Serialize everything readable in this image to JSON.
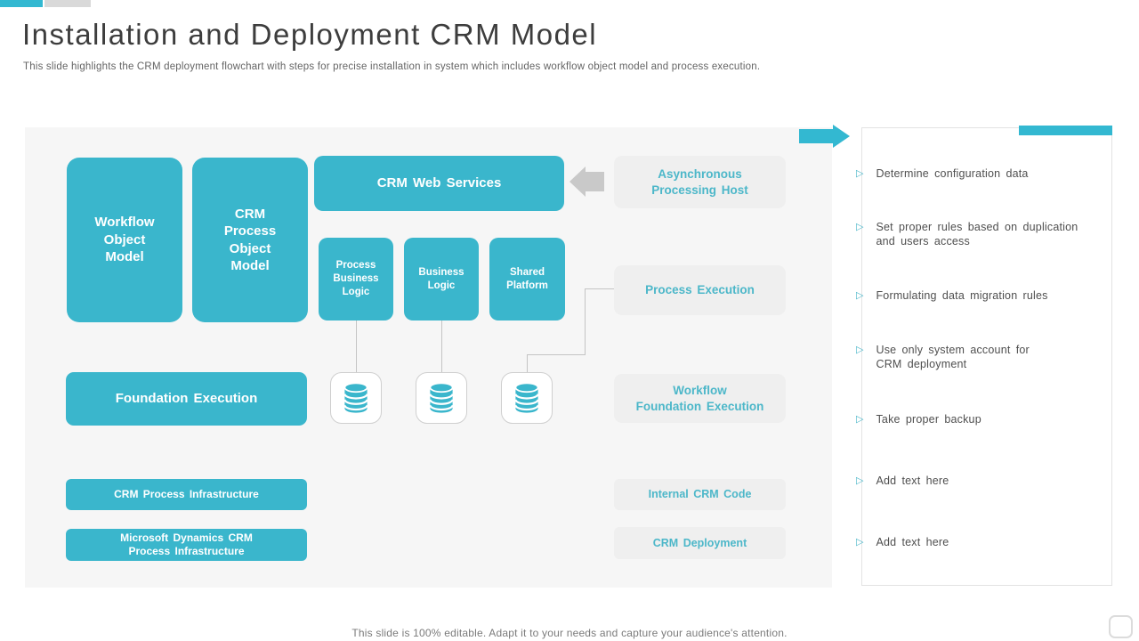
{
  "header": {
    "title": "Installation and Deployment CRM Model",
    "subtitle": "This slide highlights the CRM deployment flowchart with steps for precise installation in system which includes workflow object model and process execution."
  },
  "colors": {
    "teal_accent": "#3ab6cc",
    "gray_accent": "#d9d9d9",
    "gray_box_bg": "#efefef",
    "canvas_bg": "#f6f6f6",
    "teal_box_text": "#ffffff",
    "gray_box_text": "#4cb7c9"
  },
  "flowchart": {
    "workflow_object_model": "Workflow Object Model",
    "crm_process_object_model": "CRM Process Object Model",
    "crm_web_services": "CRM Web Services",
    "process_business_logic": "Process Business Logic",
    "business_logic": "Business Logic",
    "shared_platform": "Shared Platform",
    "foundation_execution": "Foundation Execution",
    "crm_process_infrastructure": "CRM Process Infrastructure",
    "microsoft_dynamics_crm_process_infrastructure": "Microsoft Dynamics CRM\nProcess Infrastructure",
    "asynchronous_processing_host": "Asynchronous\nProcessing Host",
    "process_execution": "Process Execution",
    "workflow_foundation_execution": "Workflow\nFoundation Execution",
    "internal_crm_code": "Internal CRM Code",
    "crm_deployment": "CRM Deployment",
    "database_icon_count": 3,
    "icons": {
      "database": "database-cylinder-icon",
      "left_arrow": "arrow-left-icon",
      "right_arrow": "arrow-right-icon"
    }
  },
  "checklist": {
    "bullet_glyph": "▷",
    "items": [
      {
        "label": "Determine configuration data"
      },
      {
        "label": "Set proper rules based on duplication\nand users access"
      },
      {
        "label": "Formulating data migration rules"
      },
      {
        "label": "Use only system account for\nCRM deployment"
      },
      {
        "label": "Take proper backup"
      },
      {
        "label": "Add text here"
      },
      {
        "label": "Add text here"
      }
    ]
  },
  "footer": {
    "note": "This slide is 100% editable. Adapt it to your needs and capture your audience's attention."
  }
}
